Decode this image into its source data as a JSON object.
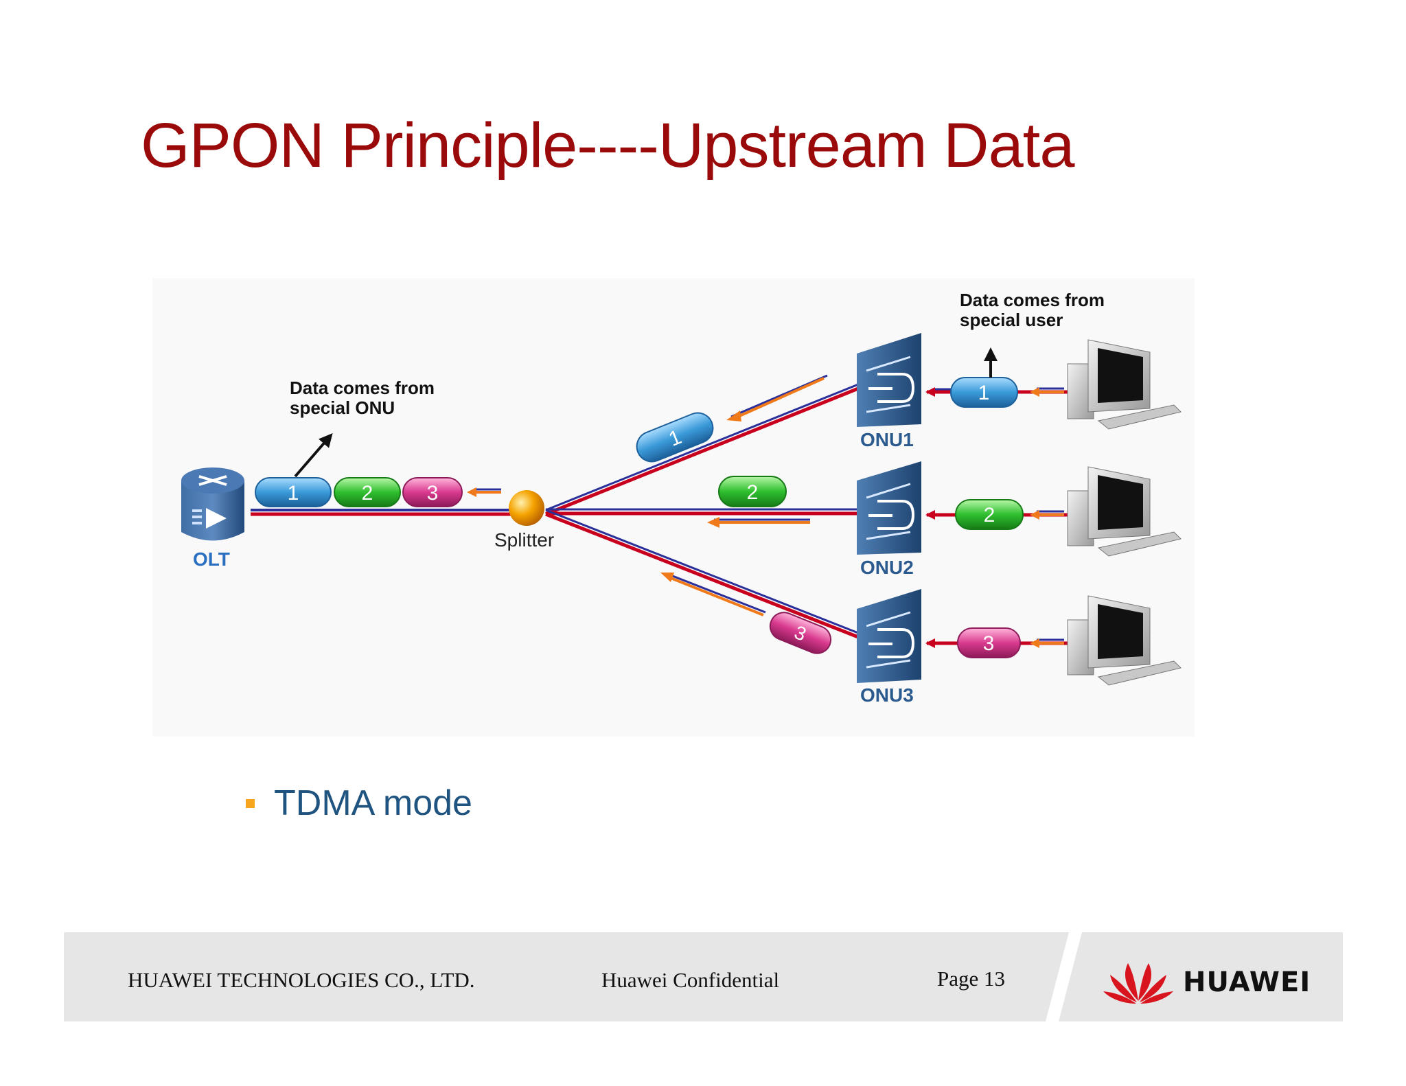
{
  "slide": {
    "title": "GPON Principle----Upstream Data"
  },
  "diagram": {
    "olt_label": "OLT",
    "splitter_label": "Splitter",
    "onus": [
      {
        "label": "ONU1",
        "packet": "1"
      },
      {
        "label": "ONU2",
        "packet": "2"
      },
      {
        "label": "ONU3",
        "packet": "3"
      }
    ],
    "olt_packets": [
      "1",
      "2",
      "3"
    ],
    "line_packets": [
      "1",
      "2",
      "3"
    ],
    "annotation_onu": [
      "Data comes from",
      "special ONU"
    ],
    "annotation_user": [
      "Data comes from",
      "special user"
    ],
    "colors": {
      "fiber_red": "#c8001e",
      "fiber_blue": "#2a2f9a",
      "arrow_orange": "#f07a1a",
      "packet_blue": "#3a9ad8",
      "packet_green": "#2fbf2f",
      "packet_pink": "#d93a8e",
      "onu_blue": "#2b5a8f"
    }
  },
  "bullets": [
    {
      "text": "TDMA mode"
    }
  ],
  "footer": {
    "company": "HUAWEI TECHNOLOGIES CO., LTD.",
    "confidential": "Huawei Confidential",
    "page": "Page 13",
    "logo_text": "HUAWEI"
  }
}
